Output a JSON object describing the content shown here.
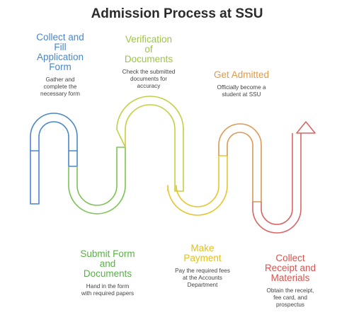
{
  "title": "Admission Process at SSU",
  "colors": {
    "blue": "#4a86c8",
    "green": "#7cc356",
    "yellowgreen": "#c4cf47",
    "yellow": "#e7c530",
    "orange": "#dc9855",
    "red": "#d96565"
  },
  "steps": [
    {
      "title": "Collect and\nFill\nApplication\nForm",
      "description": "Gather and\ncomplete the\nnecessary form",
      "color": "#4a86c8"
    },
    {
      "title": "Verification\nof\nDocuments",
      "description": "Check the submitted\ndocuments for\naccuracy",
      "color": "#9bc73e"
    },
    {
      "title": "Get Admitted",
      "description": "Officially become a\nstudent at SSU",
      "color": "#e09a45"
    },
    {
      "title": "Submit Form\nand\nDocuments",
      "description": "Hand in the form\nwith required papers",
      "color": "#5bb04a"
    },
    {
      "title": "Make\nPayment",
      "description": "Pay the required fees\nat the Accounts\nDepartment",
      "color": "#e0bf1c"
    },
    {
      "title": "Collect\nReceipt and\nMaterials",
      "description": "Obtain the receipt,\nfee card, and\nprospectus",
      "color": "#d9534f"
    }
  ]
}
